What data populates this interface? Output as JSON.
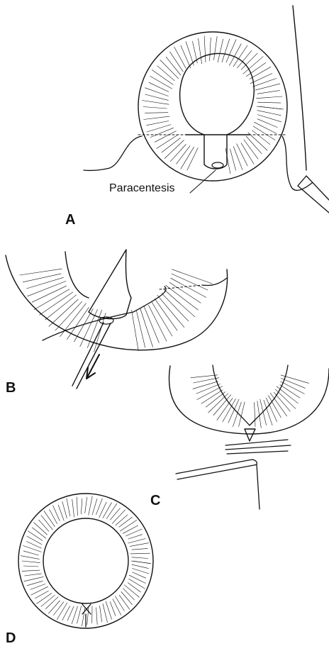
{
  "figure": {
    "annotation": "Paracentesis",
    "panels": [
      {
        "id": "A",
        "label": "A"
      },
      {
        "id": "B",
        "label": "B"
      },
      {
        "id": "C",
        "label": "C"
      },
      {
        "id": "D",
        "label": "D"
      }
    ]
  },
  "colors": {
    "ink": "#111111",
    "background": "#ffffff"
  }
}
